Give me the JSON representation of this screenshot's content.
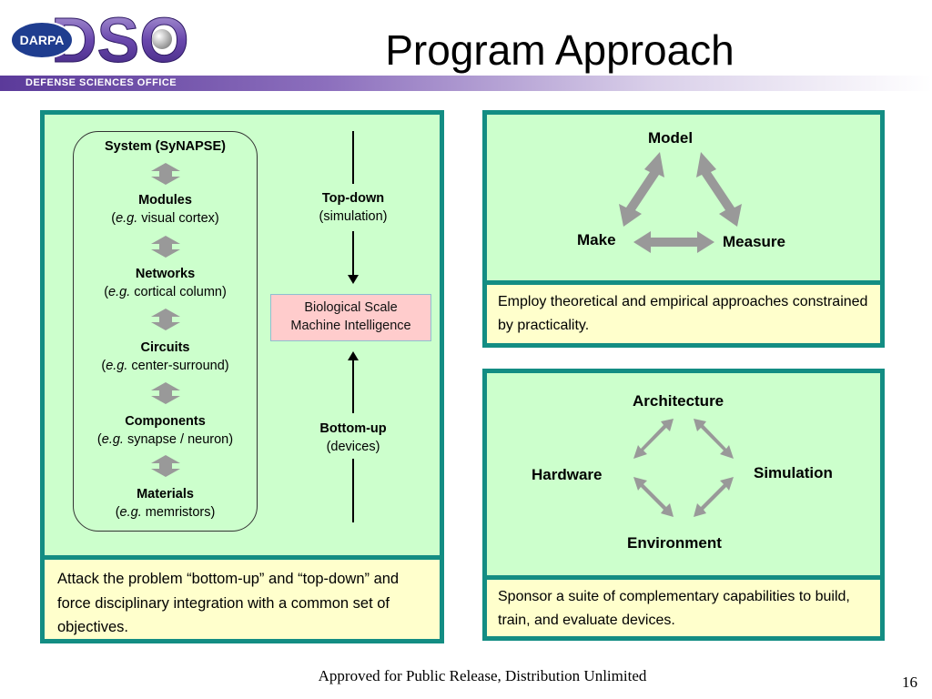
{
  "header": {
    "logo_badge": "DARPA",
    "logo_word": "DSO",
    "office": "DEFENSE SCIENCES OFFICE",
    "title": "Program Approach"
  },
  "hierarchy": {
    "levels": [
      {
        "name": "System (SyNAPSE)",
        "example_prefix": "",
        "example": ""
      },
      {
        "name": "Modules",
        "example_prefix": "e.g.",
        "example": " visual cortex)"
      },
      {
        "name": "Networks",
        "example_prefix": "e.g.",
        "example": " cortical column)"
      },
      {
        "name": "Circuits",
        "example_prefix": "e.g.",
        "example": " center-surround)"
      },
      {
        "name": "Components",
        "example_prefix": "e.g.",
        "example": " synapse / neuron)"
      },
      {
        "name": "Materials",
        "example_prefix": "e.g.",
        "example": " memristors)"
      }
    ]
  },
  "center": {
    "top_title": "Top-down",
    "top_sub": "(simulation)",
    "box_line1": "Biological Scale",
    "box_line2": "Machine Intelligence",
    "bottom_title": "Bottom-up",
    "bottom_sub": "(devices)"
  },
  "left_note": "Attack the problem “bottom-up” and “top-down” and force disciplinary integration with a common set of objectives.",
  "triangle": {
    "top": "Model",
    "left": "Make",
    "right": "Measure"
  },
  "tr_note": "Employ theoretical and empirical approaches constrained by practicality.",
  "cycle": {
    "top": "Architecture",
    "left": "Hardware",
    "right": "Simulation",
    "bottom": "Environment"
  },
  "br_note": "Sponsor a suite of complementary capabilities to build, train, and evaluate devices.",
  "footer": {
    "text": "Approved for Public Release, Distribution Unlimited",
    "page": "16"
  },
  "colors": {
    "panel_fill": "#ccffcc",
    "panel_border": "#138d83",
    "note_fill": "#ffffcc",
    "box_fill": "#ffcccc",
    "arrow_gray": "#999999",
    "header_purple": "#5b3a9a"
  }
}
